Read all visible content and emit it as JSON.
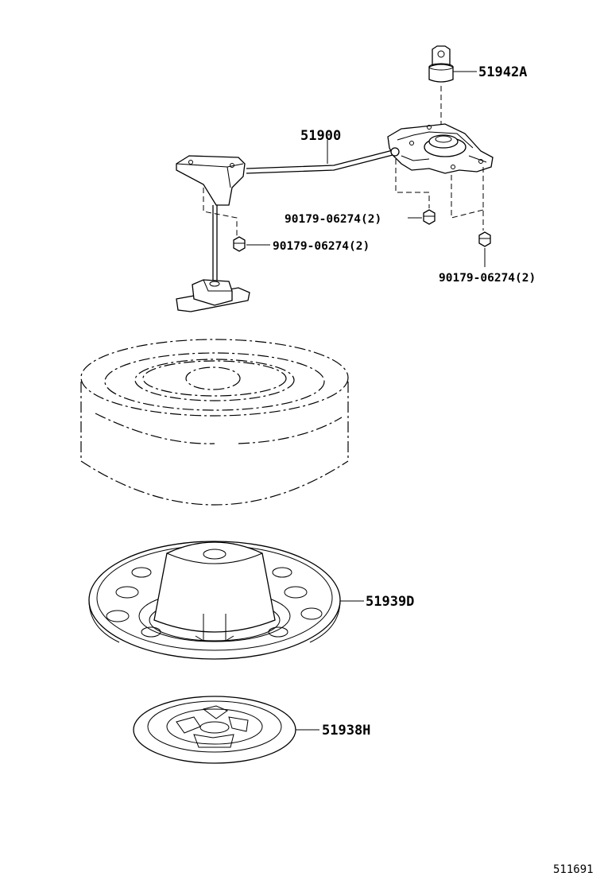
{
  "callouts": {
    "spare_tire_lock": "51942A",
    "spare_tire_carrier": "51900",
    "bolt_upper_right": "90179-06274(2)",
    "bolt_left": "90179-06274(2)",
    "bolt_far_right": "90179-06274(2)",
    "wheel_cover_tray": "51939D",
    "retainer": "51938H"
  },
  "diagram_id": "511691"
}
